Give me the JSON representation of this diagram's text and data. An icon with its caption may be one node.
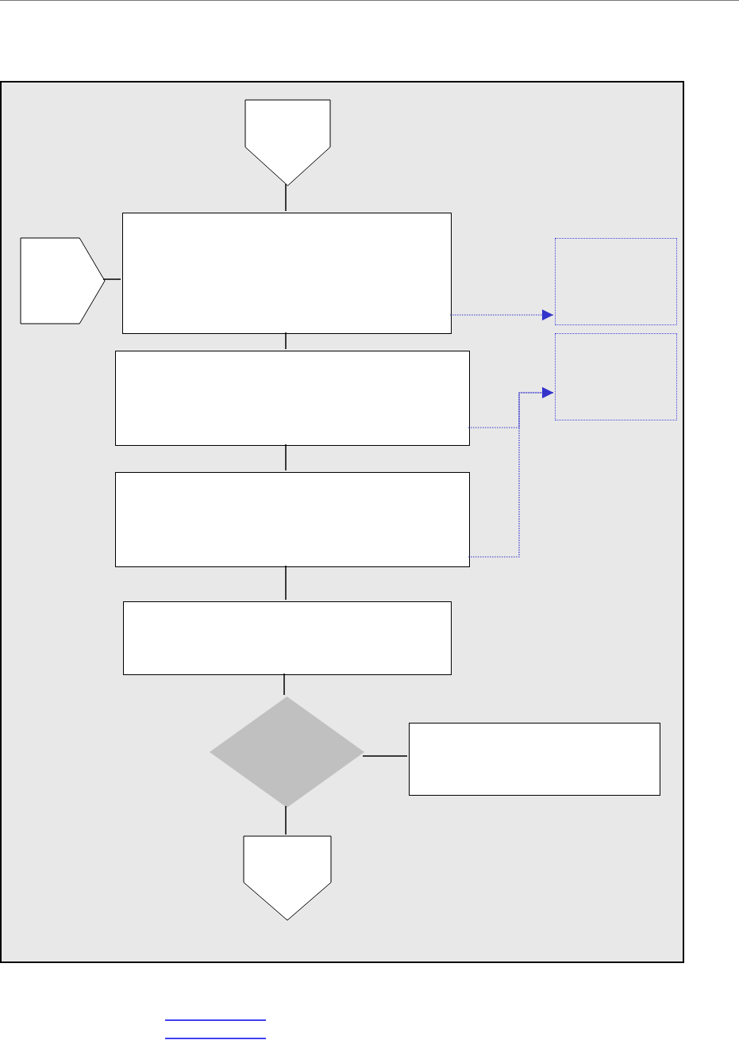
{
  "diagram": {
    "nodes": [
      {
        "text": [],
        "shape": "box"
      },
      {
        "text": [],
        "shape": "pentagon",
        "in": 0
      },
      {
        "text": [],
        "shape": "pentagon",
        "in": 0
      },
      {
        "text": [],
        "shape": "box",
        "in": 0
      },
      {
        "text": [],
        "shape": "box",
        "in": 0
      },
      {
        "text": [],
        "shape": "box",
        "in": 0
      },
      {
        "text": [],
        "shape": "box",
        "in": 0
      },
      {
        "text": [],
        "shape": "box",
        "in": 0
      },
      {
        "text": [],
        "shape": "box",
        "in": 0
      },
      {
        "text": [],
        "shape": "diamond",
        "in": 0
      },
      {
        "text": [],
        "shape": "box",
        "in": 0
      },
      {
        "text": [],
        "shape": "pentagon",
        "in": 0
      }
    ],
    "edges": [
      {
        "from": 1,
        "to": 3,
        "arrow": "none"
      },
      {
        "from": 2,
        "to": 3,
        "arrow": "none"
      },
      {
        "from": 3,
        "to": 5,
        "arrow": "none"
      },
      {
        "from": 5,
        "to": 7,
        "arrow": "none"
      },
      {
        "from": 7,
        "to": 8,
        "arrow": "none"
      },
      {
        "from": 8,
        "to": 9,
        "arrow": "none"
      },
      {
        "from": 9,
        "to": 10,
        "arrow": "none"
      },
      {
        "from": 9,
        "to": 11,
        "arrow": "none"
      },
      {
        "from": 3,
        "to": 4,
        "arrow": "to",
        "style": "dashed",
        "color": "#3333cc"
      },
      {
        "from": 5,
        "to": 6,
        "arrow": "to",
        "style": "dashed",
        "color": "#3333cc"
      },
      {
        "from": 7,
        "to": 6,
        "arrow": "to",
        "style": "dashed",
        "color": "#3333cc"
      }
    ]
  }
}
